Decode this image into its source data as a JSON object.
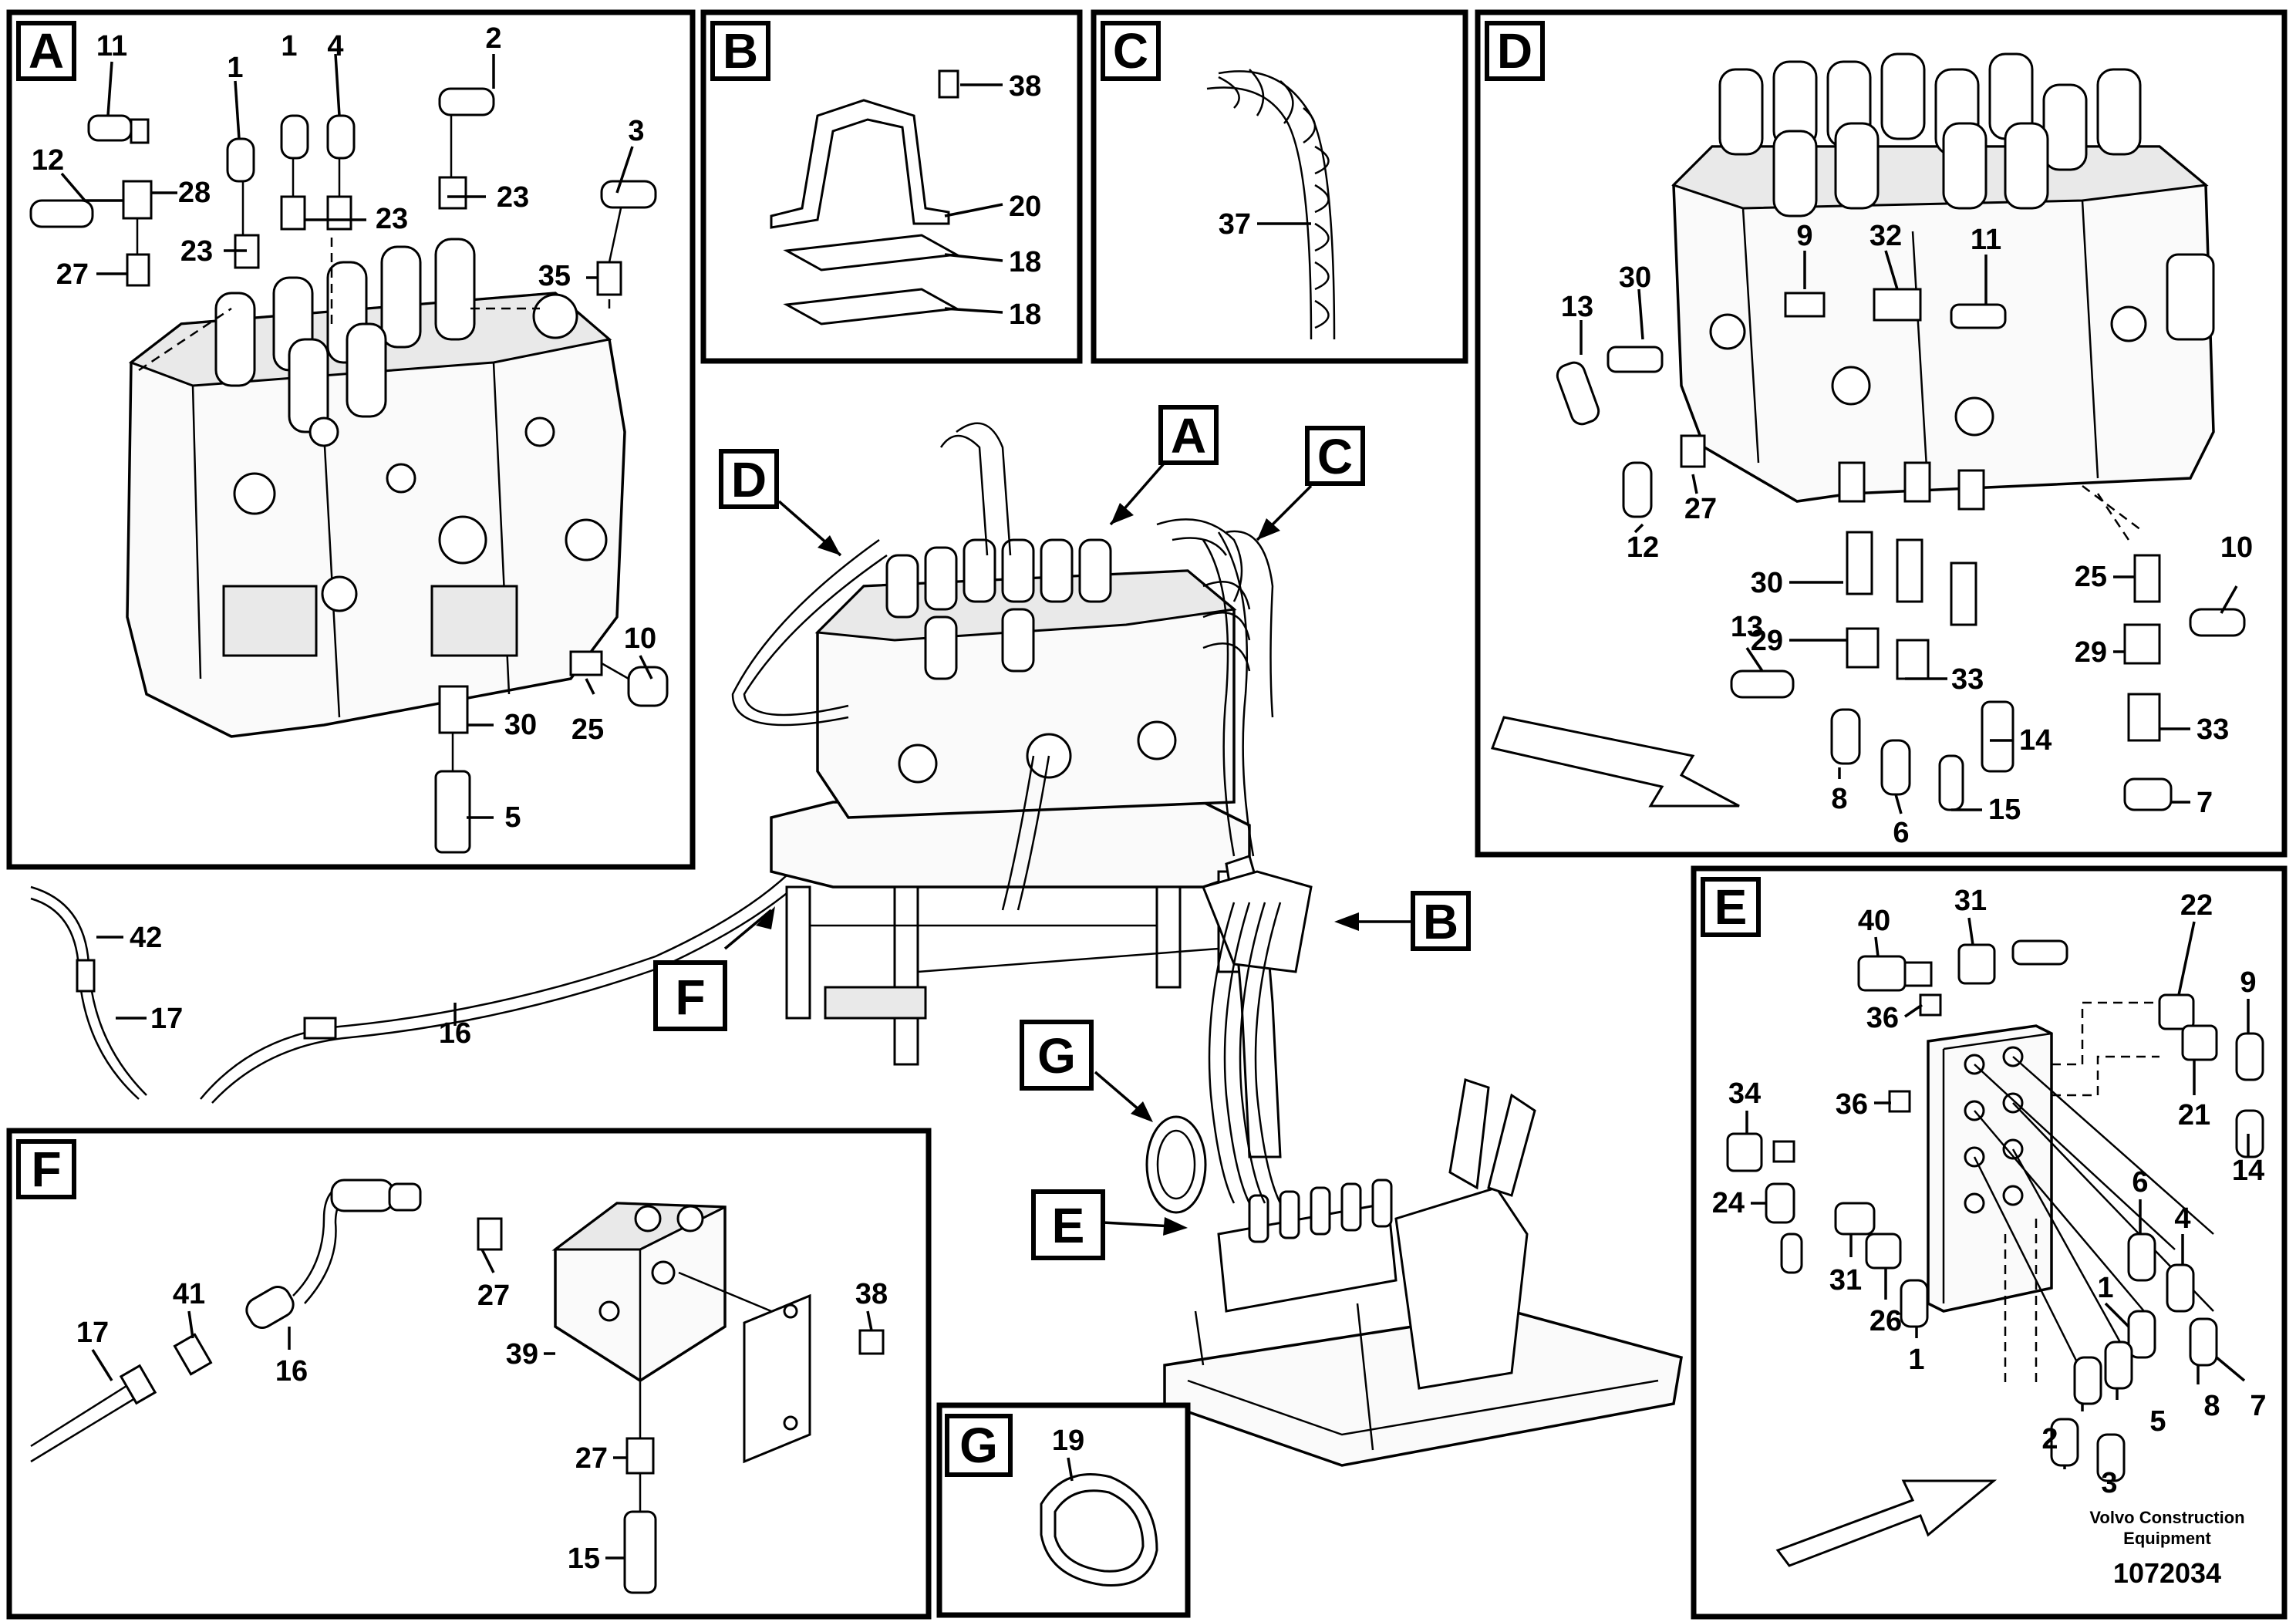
{
  "panels": {
    "A": "A",
    "B": "B",
    "C": "C",
    "D": "D",
    "E": "E",
    "F": "F",
    "G": "G"
  },
  "callouts": {
    "A": [
      "11",
      "1",
      "4",
      "2",
      "1",
      "12",
      "28",
      "23",
      "23",
      "23",
      "27",
      "35",
      "3",
      "10",
      "25",
      "30",
      "5"
    ],
    "B": [
      "38",
      "20",
      "18",
      "18"
    ],
    "C": [
      "37"
    ],
    "D": [
      "13",
      "30",
      "9",
      "32",
      "11",
      "12",
      "27",
      "30",
      "13",
      "29",
      "33",
      "14",
      "8",
      "6",
      "15",
      "25",
      "10",
      "29",
      "33",
      "7"
    ],
    "E": [
      "40",
      "31",
      "22",
      "9",
      "36",
      "36",
      "21",
      "14",
      "34",
      "24",
      "31",
      "26",
      "1",
      "6",
      "4",
      "1",
      "2",
      "5",
      "8",
      "7",
      "3"
    ],
    "F": [
      "17",
      "41",
      "16",
      "27",
      "39",
      "38",
      "27",
      "15"
    ],
    "G": [
      "19"
    ],
    "main": [
      "42",
      "17",
      "16"
    ]
  },
  "footer": {
    "brand_line1": "Volvo Construction",
    "brand_line2": "Equipment",
    "drawing_number": "1072034"
  }
}
